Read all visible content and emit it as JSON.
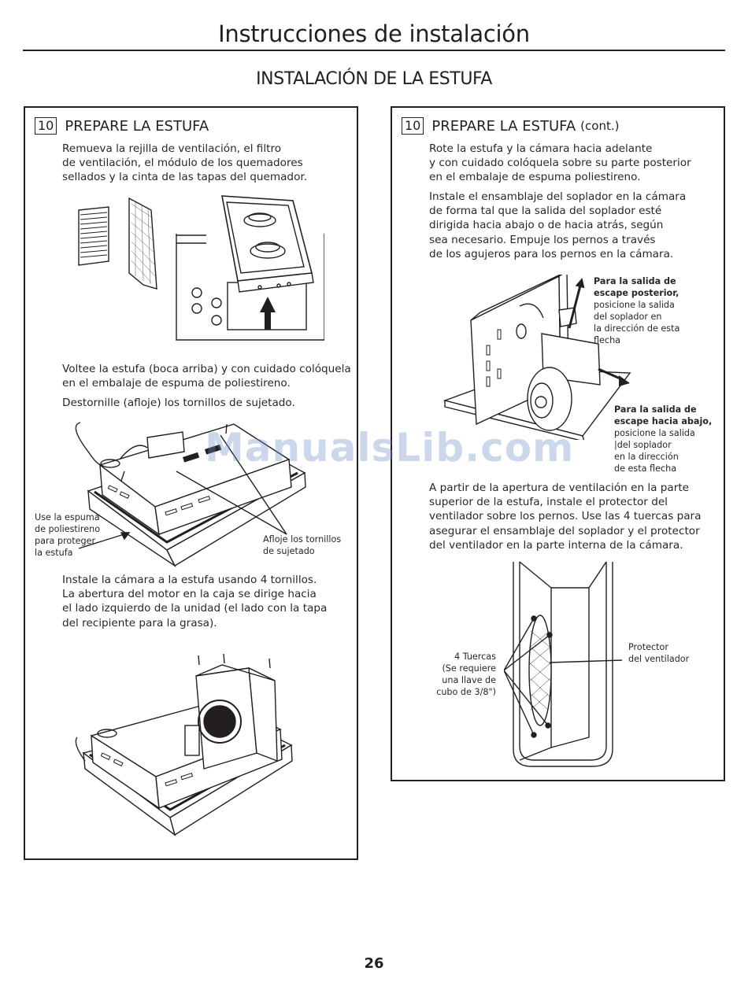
{
  "header": {
    "title": "Instrucciones de instalación",
    "section": "INSTALACIÓN DE LA ESTUFA"
  },
  "left_panel": {
    "step_number": "10",
    "step_title": "PREPARE LA ESTUFA",
    "para1": [
      "Remueva la rejilla de ventilación, el filtro",
      "de ventilación, el módulo de los quemadores",
      "sellados y la cinta de las tapas del quemador."
    ],
    "para2": [
      "Voltee la estufa (boca arriba) y con cuidado colóquela",
      "en el embalaje de espuma de poliestireno."
    ],
    "para3": [
      "Destornille (afloje) los tornillos de sujetado."
    ],
    "label_foam": [
      "Use la espuma",
      "de poliestireno",
      "para proteger",
      "la estufa"
    ],
    "label_screws": [
      "Afloje los tornillos",
      "de sujetado"
    ],
    "para4": [
      "Instale la cámara a la estufa usando 4 tornillos.",
      "La abertura del motor en la caja se dirige hacia",
      "el lado izquierdo de la unidad (el lado con la tapa",
      "del recipiente para la grasa)."
    ]
  },
  "right_panel": {
    "step_number": "10",
    "step_title": "PREPARE LA ESTUFA",
    "step_cont": "(cont.)",
    "para1": [
      "Rote la estufa y la cámara hacia adelante",
      "y con cuidado colóquela sobre su parte posterior",
      "en el embalaje de espuma poliestireno."
    ],
    "para2": [
      "Instale el ensamblaje del soplador en la cámara",
      "de forma tal que la salida del soplador esté",
      "dirigida hacia abajo o de hacia atrás, según",
      "sea necesario. Empuje los pernos a través",
      "de los agujeros para los pernos en la cámara."
    ],
    "label_rear_bold": [
      "Para la salida de",
      "escape posterior,"
    ],
    "label_rear": [
      "posicione la salida",
      "del soplador en",
      "la dirección de esta",
      "flecha"
    ],
    "label_down_bold": [
      "Para la salida de",
      "escape hacia abajo,"
    ],
    "label_down": [
      "posicione la salida",
      "|del soplador",
      "en la dirección",
      "de esta flecha"
    ],
    "para3": [
      "A partir de la apertura de ventilación en la parte",
      "superior de la estufa, instale el protector del",
      "ventilador sobre los pernos. Use las 4 tuercas para",
      "asegurar el ensamblaje del soplador y el protector",
      "del ventilador en la parte interna de la cámara."
    ],
    "label_nuts": [
      "4 Tuercas",
      "(Se requiere",
      "una llave de",
      "cubo de 3/8\")"
    ],
    "label_guard": [
      "Protector",
      "del ventilador"
    ]
  },
  "watermark": "ManualsLib.com",
  "page_number": "26"
}
